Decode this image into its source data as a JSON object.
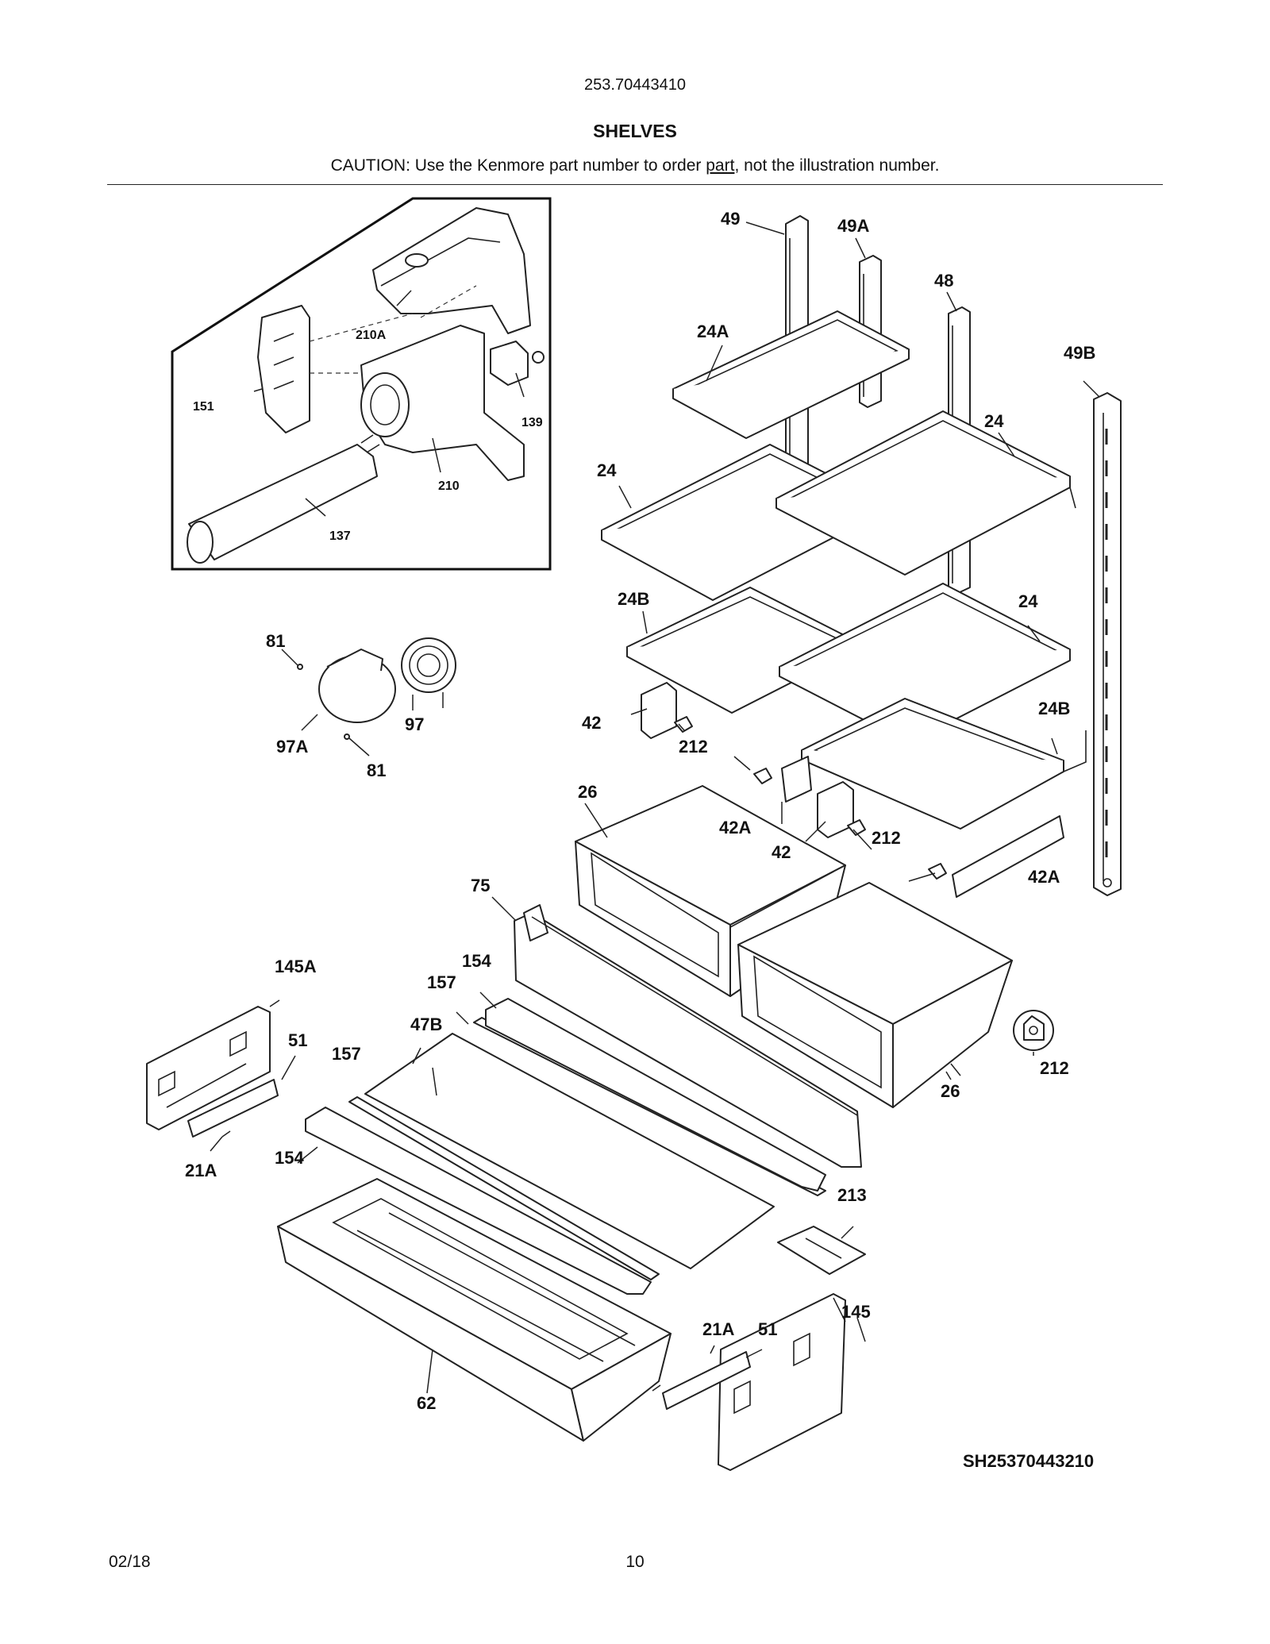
{
  "header": {
    "model_number": "253.70443410",
    "section_title": "SHELVES",
    "caution_prefix": "CAUTION: Use the Kenmore part number to order ",
    "caution_underlined": "part",
    "caution_suffix": ", not the illustration number."
  },
  "callouts": {
    "c49": "49",
    "c49A": "49A",
    "c48": "48",
    "c49B": "49B",
    "c24A": "24A",
    "c24_1": "24",
    "c24_2": "24",
    "c24_3": "24",
    "c24B_1": "24B",
    "c24B_2": "24B",
    "c42_1": "42",
    "c42_2": "42",
    "c42A_1": "42A",
    "c42A_2": "42A",
    "c212_1": "212",
    "c212_2": "212",
    "c212_3": "212",
    "c26_1": "26",
    "c26_2": "26",
    "c75": "75",
    "c154_1": "154",
    "c154_2": "154",
    "c157_1": "157",
    "c157_2": "157",
    "c47B": "47B",
    "c145A": "145A",
    "c145": "145",
    "c51_1": "51",
    "c51_2": "51",
    "c21A_1": "21A",
    "c21A_2": "21A",
    "c213": "213",
    "c62": "62",
    "c81_1": "81",
    "c81_2": "81",
    "c97": "97",
    "c97A": "97A",
    "c210A": "210A",
    "c151": "151",
    "c139": "139",
    "c210": "210",
    "c137": "137"
  },
  "footer": {
    "drawing_code": "SH25370443210",
    "date": "02/18",
    "page_number": "10"
  }
}
